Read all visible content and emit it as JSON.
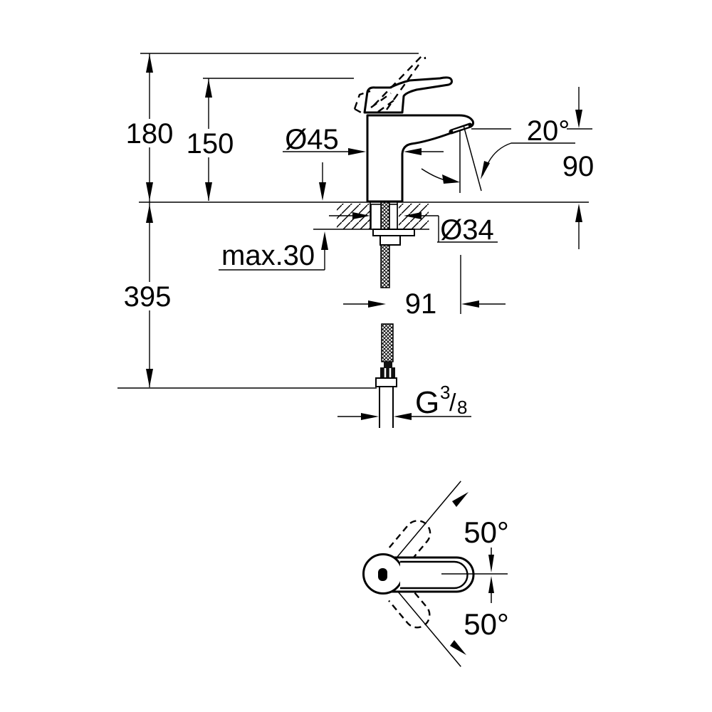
{
  "page": {
    "background_color": "#ffffff",
    "line_color": "#000000"
  },
  "side_view": {
    "labels": {
      "overall_height": "180",
      "lever_height": "150",
      "body_diameter": "Ø45",
      "spout_angle": "20°",
      "spout_height": "90",
      "hole_diameter": "Ø34",
      "deck_thickness": "max.30",
      "below_deck_length": "395",
      "spout_reach": "91",
      "thread": {
        "g": "G",
        "numerator": "3",
        "slash": "/",
        "denominator": "8"
      }
    }
  },
  "plan_view": {
    "labels": {
      "swing_upper": "50°",
      "swing_lower": "50°"
    }
  }
}
